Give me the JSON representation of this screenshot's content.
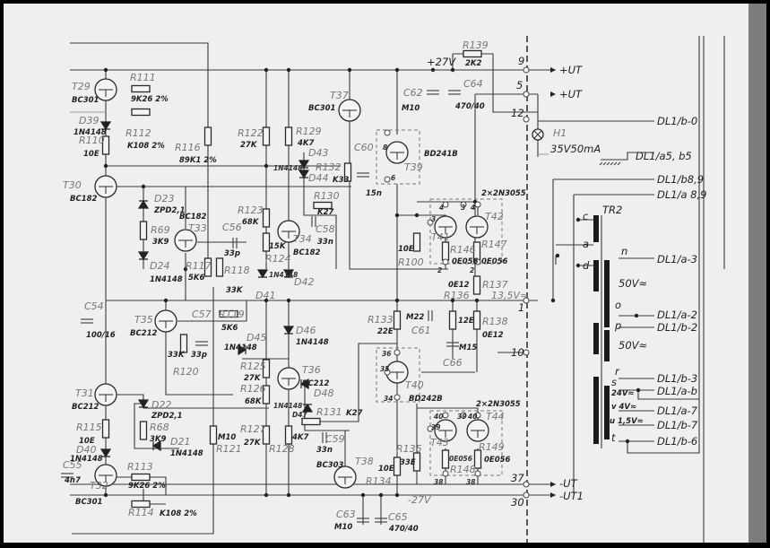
{
  "title": "Power amplifier output stage schematic",
  "supply": {
    "plus27": "+27V",
    "minus27": "-27V",
    "mid": "13,5V≈"
  },
  "transistors": {
    "T29": {
      "ref": "T29",
      "type": "BC301"
    },
    "T30": {
      "ref": "T30",
      "type": "BC182"
    },
    "T33": {
      "ref": "T33",
      "type": "BC182"
    },
    "T34": {
      "ref": "T34",
      "type": "BC182"
    },
    "T37": {
      "ref": "T37",
      "type": "BC301"
    },
    "T39": {
      "ref": "T39",
      "type": "BD241B"
    },
    "T41": {
      "ref": "T41"
    },
    "T42": {
      "ref": "T42",
      "type": "2×2N3055"
    },
    "T35": {
      "ref": "T35",
      "type": "BC212"
    },
    "T36": {
      "ref": "T36",
      "type": "BC212"
    },
    "T31": {
      "ref": "T31",
      "type": "BC212"
    },
    "T32": {
      "ref": "T32",
      "type": "BC301"
    },
    "T38": {
      "ref": "T38",
      "type": "BC303"
    },
    "T40": {
      "ref": "T40",
      "type": "BD242B"
    },
    "T43": {
      "ref": "T43"
    },
    "T44": {
      "ref": "T44",
      "type": "2×2N3055"
    }
  },
  "resistors": {
    "R111": {
      "ref": "R111",
      "value": "9K26 2%"
    },
    "R112": {
      "ref": "R112",
      "value": "K108 2%"
    },
    "R110": {
      "ref": "R110",
      "value": "10E"
    },
    "R116": {
      "ref": "R116",
      "value": "89K1 2%"
    },
    "R122": {
      "ref": "R122",
      "value": "27K"
    },
    "R129": {
      "ref": "R129",
      "value": "4K7"
    },
    "R123": {
      "ref": "R123",
      "value": "68K"
    },
    "R124": {
      "ref": "R124",
      "value": "15K"
    },
    "R69": {
      "ref": "R69",
      "value": "3K9"
    },
    "R117": {
      "ref": "R117",
      "value": "5K6"
    },
    "R118": {
      "ref": "R118",
      "value": "33K"
    },
    "R132": {
      "ref": "R132",
      "value": "K33"
    },
    "R130": {
      "ref": "R130",
      "value": "K27"
    },
    "R100": {
      "ref": "R100",
      "value": "10E"
    },
    "R146": {
      "ref": "R146",
      "value": "0E056"
    },
    "R147": {
      "ref": "R147",
      "value": "0E056"
    },
    "R137": {
      "ref": "R137",
      "value": "0E12"
    },
    "R136": {
      "ref": "R136",
      "value": "12E"
    },
    "R138": {
      "ref": "R138",
      "value": "0E12"
    },
    "R133": {
      "ref": "R133",
      "value": "22E"
    },
    "R139": {
      "ref": "R139",
      "value": "2K2"
    },
    "R119": {
      "ref": "R119",
      "value": "5K6"
    },
    "R120": {
      "ref": "R120",
      "value": "33K"
    },
    "R125": {
      "ref": "R125",
      "value": "27K"
    },
    "R126": {
      "ref": "R126",
      "value": "68K"
    },
    "R127": {
      "ref": "R127",
      "value": "27K"
    },
    "R128": {
      "ref": "R128",
      "value": "4K7"
    },
    "R68": {
      "ref": "R68",
      "value": "3K9"
    },
    "R121": {
      "ref": "R121",
      "value": "M10"
    },
    "R115": {
      "ref": "R115",
      "value": "10E"
    },
    "R113": {
      "ref": "R113",
      "value": "9K26 2%"
    },
    "R114": {
      "ref": "R114",
      "value": "K108 2%"
    },
    "R131": {
      "ref": "R131",
      "value": "K27"
    },
    "R135": {
      "ref": "R135",
      "value": "33E"
    },
    "R134": {
      "ref": "R134",
      "value": "10E"
    },
    "R148": {
      "ref": "R148",
      "value": "0E056"
    },
    "R149": {
      "ref": "R149",
      "value": "0E056"
    }
  },
  "capacitors": {
    "C62": {
      "ref": "C62",
      "value": "M10"
    },
    "C64": {
      "ref": "C64",
      "value": "470/40"
    },
    "C60": {
      "ref": "C60",
      "value": "15n"
    },
    "C56": {
      "ref": "C56",
      "value": "33p"
    },
    "C58": {
      "ref": "C58",
      "value": "33n"
    },
    "C54": {
      "ref": "C54",
      "value": "100/16"
    },
    "C57": {
      "ref": "C57",
      "value": "33p"
    },
    "C61": {
      "ref": "C61",
      "value": "M22"
    },
    "C66": {
      "ref": "C66",
      "value": "M15"
    },
    "C55": {
      "ref": "C55",
      "value": "4n7"
    },
    "C59": {
      "ref": "C59",
      "value": "33n"
    },
    "C63": {
      "ref": "C63",
      "value": "M10"
    },
    "C65": {
      "ref": "C65",
      "value": "470/40"
    }
  },
  "diodes": {
    "D39": {
      "ref": "D39",
      "type": "1N4148"
    },
    "D43": {
      "ref": "D43",
      "type": "1N4148"
    },
    "D44": {
      "ref": "D44"
    },
    "D23": {
      "ref": "D23",
      "type": "ZPD2,1"
    },
    "D24": {
      "ref": "D24",
      "type": "1N4148"
    },
    "D41": {
      "ref": "D41",
      "type": "1N4148"
    },
    "D42": {
      "ref": "D42"
    },
    "D46": {
      "ref": "D46",
      "type": "1N4148"
    },
    "D45": {
      "ref": "D45",
      "type": "1N4148"
    },
    "D48": {
      "ref": "D48",
      "type": "1N4148"
    },
    "D47": {
      "ref": "D47"
    },
    "D22": {
      "ref": "D22",
      "type": "ZPD2,1"
    },
    "D21": {
      "ref": "D21",
      "type": "1N4148"
    },
    "D40": {
      "ref": "D40",
      "type": "1N4148"
    }
  },
  "lamp": {
    "ref": "H1",
    "rating": "35V50mA"
  },
  "pins": {
    "t39": [
      "8",
      "6"
    ],
    "t41_42": [
      "4",
      "3",
      "4",
      "3",
      "2",
      "2"
    ],
    "t40": [
      "36",
      "35",
      "34"
    ],
    "t43_44": [
      "40",
      "39",
      "40",
      "39",
      "38",
      "38"
    ]
  },
  "terminals": {
    "t9": "9",
    "t5": "5",
    "t12": "12",
    "t1": "1",
    "t10": "10",
    "t37": "37",
    "t30": "30"
  },
  "outputs": {
    "ut1": "+UT",
    "ut2": "+UT",
    "mut": "-UT",
    "mut1": "-UT1"
  },
  "connector": {
    "b0": "DL1/b-0",
    "a5b5": "DL1/a5, b5",
    "b89": "DL1/b8,9",
    "a89": "DL1/a 8,9",
    "a3": "DL1/a-3",
    "a2": "DL1/a-2",
    "b2": "DL1/b-2",
    "b3": "DL1/b-3",
    "ab": "DL1/a-b",
    "a7": "DL1/a-7",
    "b7": "DL1/b-7",
    "b6": "DL1/b-6"
  },
  "transformer": {
    "ref": "TR2",
    "taps": {
      "c": "c",
      "a": "a",
      "d": "d",
      "n": "n",
      "o": "o",
      "p": "p",
      "r": "r",
      "s": "s",
      "t": "t"
    },
    "windings": {
      "w1": "50V≈",
      "w2": "50V≈",
      "w3": "24V≈",
      "w4": "v 4V≈",
      "w5": "u 1,5V≈"
    }
  }
}
